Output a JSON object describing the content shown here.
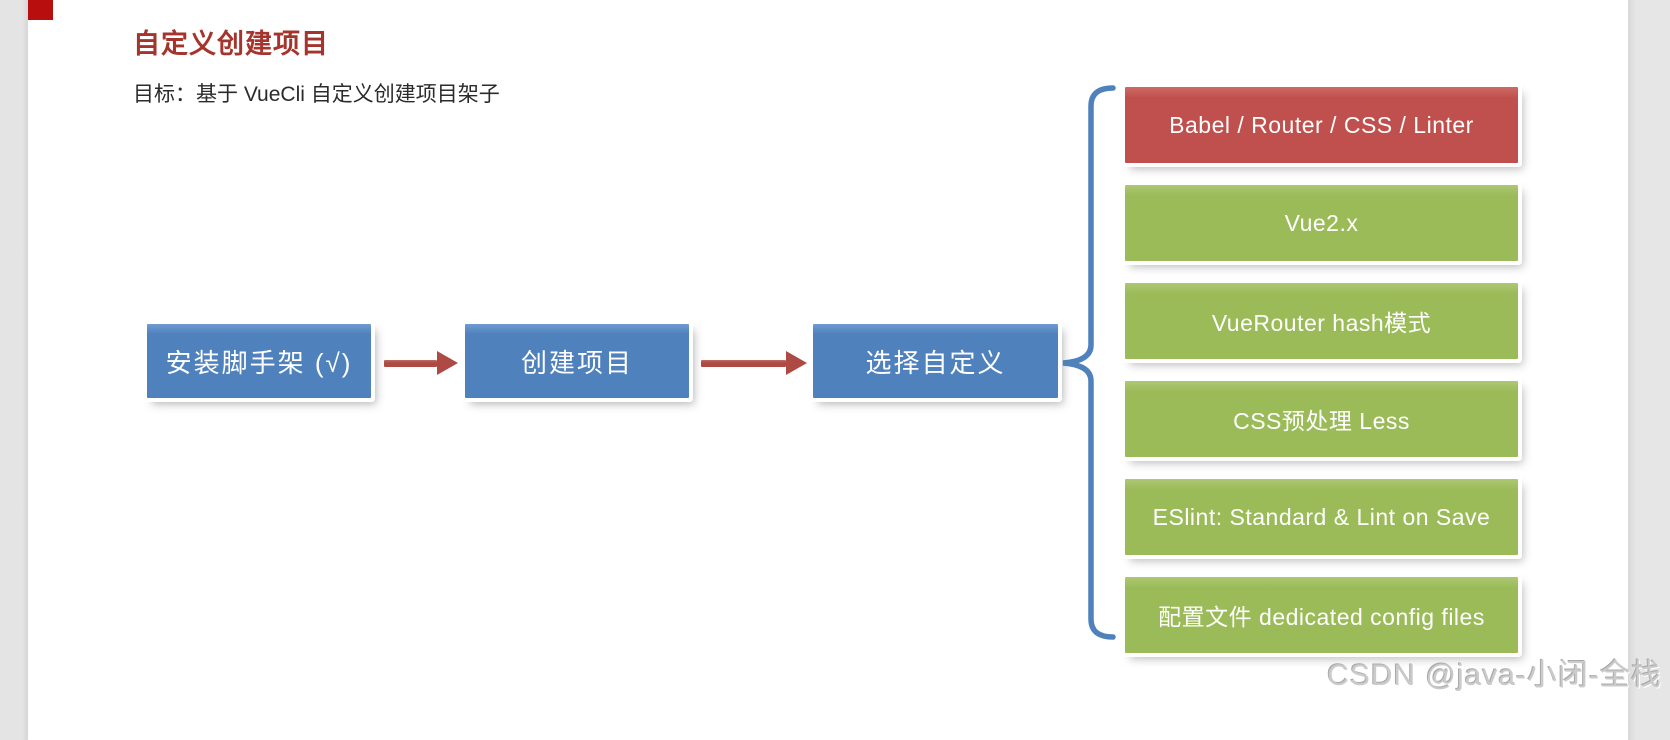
{
  "page": {
    "title": "自定义创建项目",
    "subtitle": "目标：基于 VueCli 自定义创建项目架子",
    "watermark": "CSDN @java-小闭-全栈"
  },
  "flow": {
    "steps": [
      {
        "label": "安装脚手架 (√)"
      },
      {
        "label": "创建项目"
      },
      {
        "label": "选择自定义"
      }
    ]
  },
  "options": [
    {
      "label": "Babel / Router / CSS / Linter",
      "color": "red"
    },
    {
      "label": "Vue2.x",
      "color": "green"
    },
    {
      "label": "VueRouter hash模式",
      "color": "green"
    },
    {
      "label": "CSS预处理 Less",
      "color": "green"
    },
    {
      "label": "ESlint: Standard & Lint on Save",
      "color": "green"
    },
    {
      "label": "配置文件 dedicated config files",
      "color": "green"
    }
  ],
  "colors": {
    "flow_box_blue": "#4f81bd",
    "option_green": "#9bbb59",
    "option_red": "#c0504d",
    "arrow_red": "#ad4a44",
    "brace_blue": "#4f81bd",
    "title_red": "#a5342c",
    "accent_square_red": "#b80e0e",
    "side_strip_gray": "#e4e4e4",
    "watermark_gray": "#cbcbcb"
  }
}
